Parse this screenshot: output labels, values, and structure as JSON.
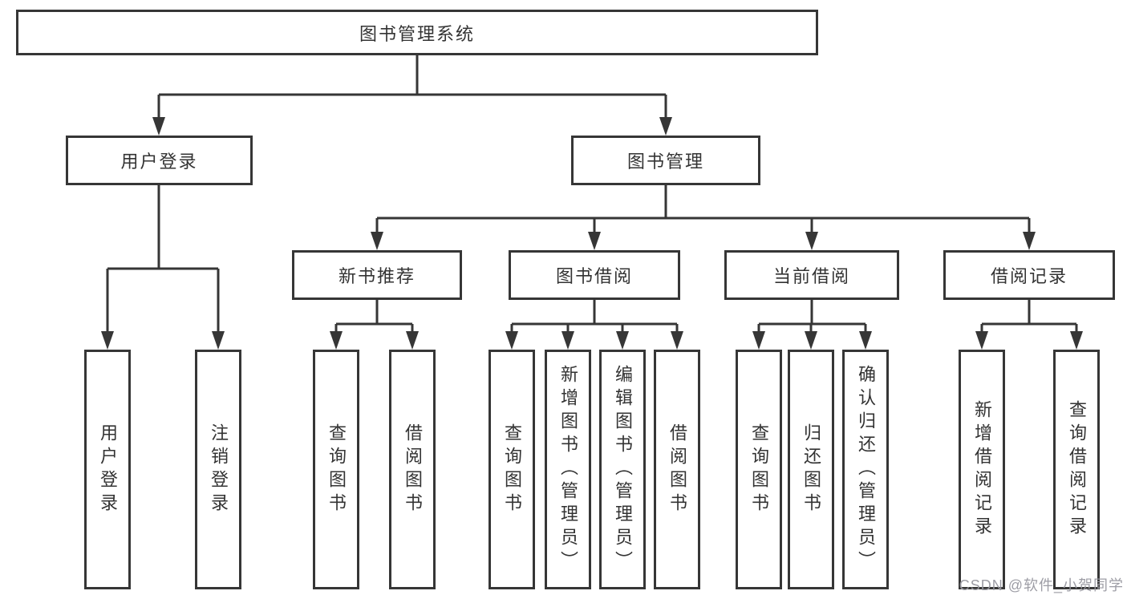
{
  "nodes": {
    "root": "图书管理系统",
    "branches": [
      "用户登录",
      "图书管理"
    ],
    "mid": [
      "新书推荐",
      "图书借阅",
      "当前借阅",
      "借阅记录"
    ],
    "leaves_login": [
      "用户登录",
      "注销登录"
    ],
    "leaves_recommend": [
      "查询图书",
      "借阅图书"
    ],
    "leaves_borrow": [
      "查询图书",
      "新增图书（管理员）",
      "编辑图书（管理员）",
      "借阅图书"
    ],
    "leaves_current": [
      "查询图书",
      "归还图书",
      "确认归还（管理员）"
    ],
    "leaves_records": [
      "新增借阅记录",
      "查询借阅记录"
    ]
  },
  "watermark": "CSDN @软件_小贺同学",
  "colors": {
    "line": "#363636",
    "text": "#333333",
    "background": "#ffffff",
    "watermark": "#9898a0"
  }
}
